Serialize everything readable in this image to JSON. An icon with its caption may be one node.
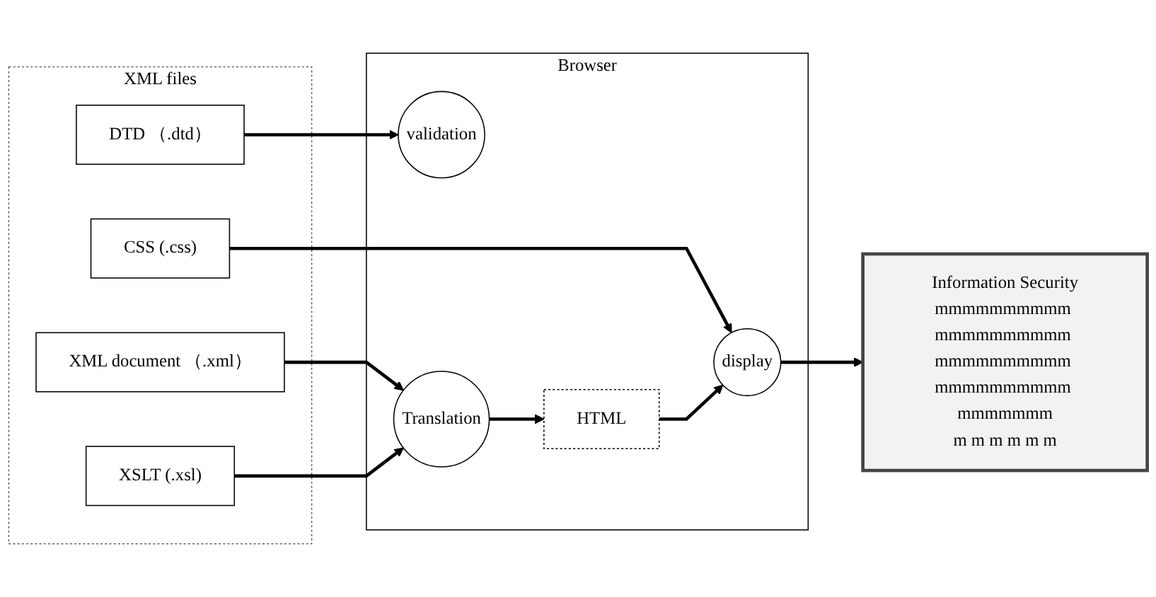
{
  "diagram": {
    "nodes": [
      {
        "text": [
          "Browser"
        ]
      },
      {
        "text": [
          "XML files"
        ]
      },
      {
        "text": [
          "XML document （.xml）"
        ],
        "in": 1
      },
      {
        "text": [
          "DTD （.dtd）"
        ],
        "in": 1
      },
      {
        "text": [
          "XSLT (.xsl)"
        ],
        "in": 1
      },
      {
        "text": [
          "CSS (.css)"
        ],
        "in": 1
      },
      {
        "text": [
          "validation"
        ],
        "in": 0
      },
      {
        "text": [
          "Translation"
        ],
        "in": 0
      },
      {
        "text": [
          "HTML"
        ],
        "in": 0
      },
      {
        "text": [
          "display"
        ],
        "in": 0
      },
      {
        "text": [
          "Information Security",
          "mmmmmmmmmm mmmmmmmmmm mmmmmmmmmm mmmmmmmmmm mmmmmmm",
          "m m m m m m"
        ]
      }
    ],
    "edges": [
      {
        "from": 2,
        "to": 7,
        "arrow": "to"
      },
      {
        "from": 3,
        "to": 6,
        "arrow": "to"
      },
      {
        "from": 4,
        "to": 7,
        "arrow": "to"
      },
      {
        "from": 5,
        "to": 9,
        "arrow": "to"
      },
      {
        "from": 7,
        "to": 8,
        "arrow": "to"
      },
      {
        "from": 8,
        "to": 9,
        "arrow": "to"
      },
      {
        "from": 9,
        "to": 10,
        "arrow": "to"
      }
    ]
  }
}
